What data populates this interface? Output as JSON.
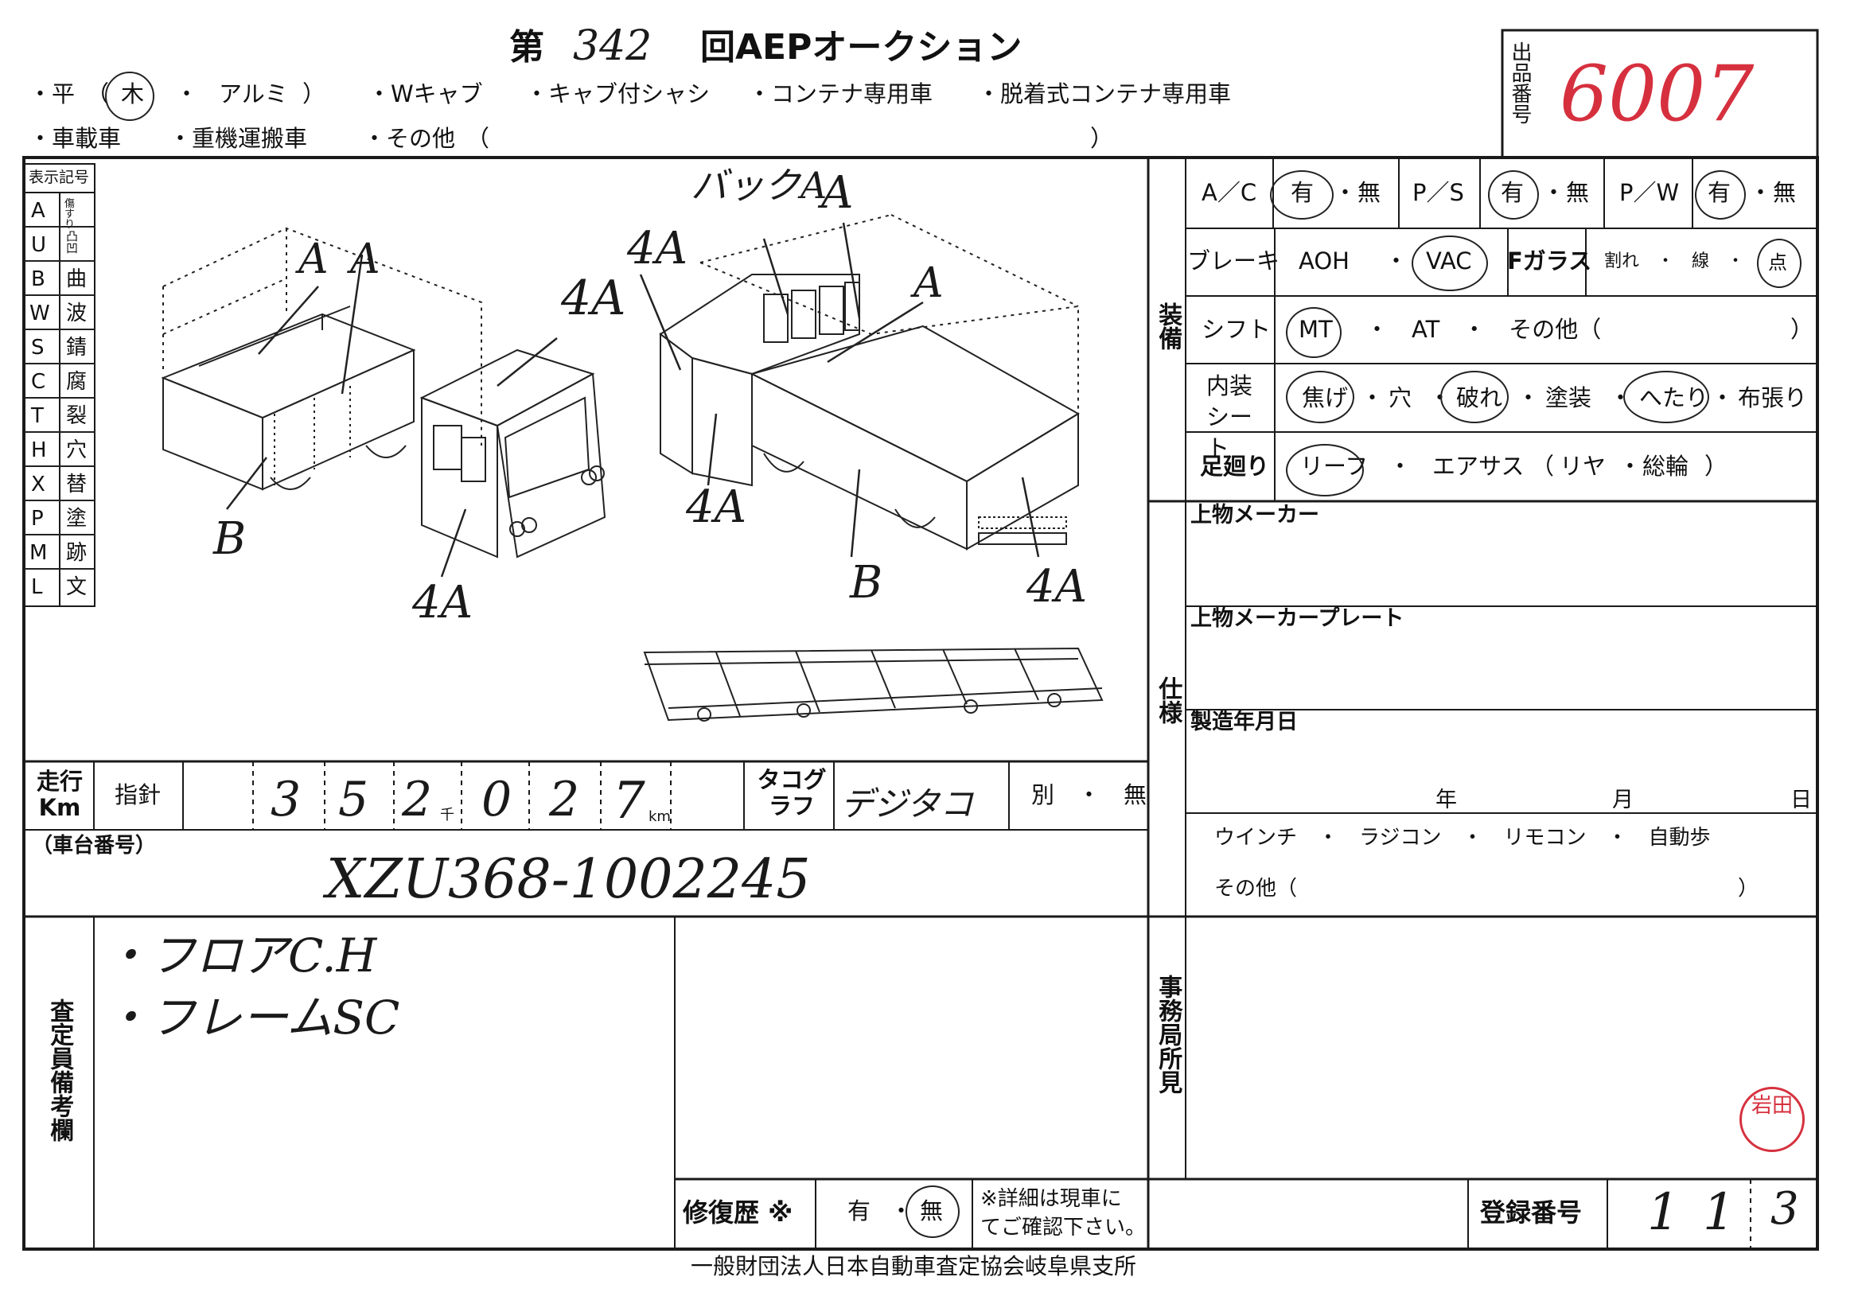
{
  "header": {
    "dai": "第",
    "round_number": "342",
    "title": "回AEPオークション",
    "lot_label": "出品番号",
    "lot_number": "6007"
  },
  "body_types": {
    "row1": [
      "・平",
      "（",
      "木",
      "・",
      "アルミ",
      "）",
      "・Wキャブ",
      "・キャブ付シャシ",
      "・コンテナ専用車",
      "・脱着式コンテナ専用車"
    ],
    "row2": [
      "・車載車",
      "・重機運搬車",
      "・その他",
      "（",
      "）"
    ]
  },
  "legend": {
    "title": "表示記号",
    "items": [
      {
        "code": "A",
        "label": "傷すり"
      },
      {
        "code": "U",
        "label": "凸凹"
      },
      {
        "code": "B",
        "label": "曲"
      },
      {
        "code": "W",
        "label": "波"
      },
      {
        "code": "S",
        "label": "錆"
      },
      {
        "code": "C",
        "label": "腐"
      },
      {
        "code": "T",
        "label": "裂"
      },
      {
        "code": "H",
        "label": "穴"
      },
      {
        "code": "X",
        "label": "替"
      },
      {
        "code": "P",
        "label": "塗"
      },
      {
        "code": "M",
        "label": "跡"
      },
      {
        "code": "L",
        "label": "文"
      }
    ]
  },
  "diagram_marks": [
    "A",
    "A",
    "4A",
    "B",
    "4A",
    "4A",
    "バックA",
    "A",
    "A",
    "4A",
    "B",
    "4A"
  ],
  "equipment": {
    "section_label": "装備",
    "ac_label": "A／C",
    "ac_yes": "有",
    "ac_dot": "・",
    "ac_no": "無",
    "ps_label": "P／S",
    "ps_yes": "有",
    "ps_dot": "・",
    "ps_no": "無",
    "pw_label": "P／W",
    "pw_yes": "有",
    "pw_dot": "・",
    "pw_no": "無",
    "brake_label": "ブレーキ",
    "brake_aoh": "AOH",
    "brake_dot": "・",
    "brake_vac": "VAC",
    "glass_label": "Fガラス",
    "glass_options": "割れ　・　線　・",
    "glass_point": "点",
    "shift_label": "シフト",
    "shift_mt": "MT",
    "shift_rest": "・　AT　・　その他（",
    "shift_close": "）",
    "interior_label": "内装シート",
    "interior_options": [
      "焦げ",
      "・",
      "穴",
      "・",
      "破れ",
      "・",
      "塗装",
      "・",
      "へたり",
      "・",
      "布張り"
    ],
    "suspension_label": "足廻り",
    "suspension_options": [
      "リーフ",
      "・",
      "エアサス",
      "（",
      "リヤ",
      "・",
      "総輪",
      "）"
    ]
  },
  "spec": {
    "section_label": "仕様",
    "maker_label": "上物メーカー",
    "plate_label": "上物メーカープレート",
    "date_label": "製造年月日",
    "year": "年",
    "month": "月",
    "day": "日",
    "options": "ウインチ　・　ラジコン　・　リモコン　・　自動歩",
    "other": "その他（",
    "other_close": "）"
  },
  "mileage": {
    "label": "走行Km",
    "reading_label": "指針",
    "digits": [
      "3",
      "5",
      "2",
      "0",
      "2",
      "7"
    ],
    "thousand_mark": "千",
    "km_unit": "km",
    "tacho_label": "タコグラフ",
    "tacho_value": "デジタコ",
    "tacho_options": "別　・　無"
  },
  "chassis": {
    "label": "（車台番号）",
    "number": "XZU368-1002245"
  },
  "remarks": {
    "label": "査定員備考欄",
    "notes": [
      "・フロアC.H",
      "・フレームSC"
    ]
  },
  "office": {
    "label": "事務局所見",
    "stamp": "岩田"
  },
  "repair": {
    "label": "修復歴 ※",
    "yes": "有",
    "dot": "・",
    "no": "無",
    "note_line1": "※詳細は現車に",
    "note_line2": "てご確認下さい。"
  },
  "registration": {
    "label": "登録番号",
    "values": [
      "1",
      "1",
      "3"
    ]
  },
  "footer": "一般財団法人日本自動車査定協会岐阜県支所"
}
